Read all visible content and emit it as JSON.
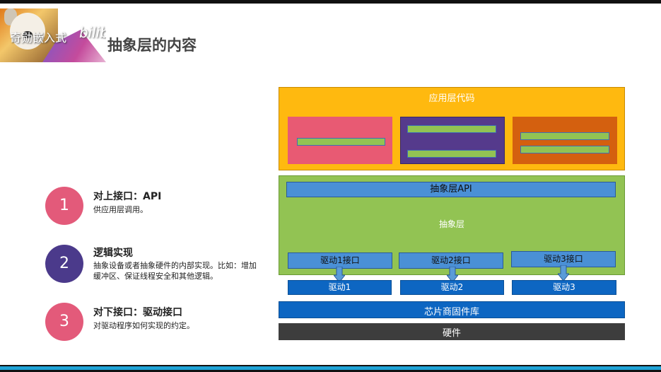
{
  "header": {
    "brand": "奇勋嵌入式",
    "watermark": "bilibili",
    "title": "抽象层的内容"
  },
  "items": [
    {
      "number": "1",
      "color": "#e35a7a",
      "title": "对上接口：API",
      "desc": "供应用层调用。"
    },
    {
      "number": "2",
      "color": "#4b3a8b",
      "title": "逻辑实现",
      "desc": "抽象设备或者抽象硬件的内部实现。比如：增加缓冲区、保证线程安全和其他逻辑。"
    },
    {
      "number": "3",
      "color": "#e35a7a",
      "title": "对下接口：驱动接口",
      "desc": "对驱动程序如何实现的约定。"
    }
  ],
  "diagram": {
    "app_layer": {
      "label": "应用层代码",
      "color": "#ffb90f"
    },
    "modules": [
      {
        "color": "#e85a73"
      },
      {
        "color": "#553a8c"
      },
      {
        "color": "#d4600f"
      }
    ],
    "abstract_layer": {
      "label": "抽象层",
      "api_label": "抽象层API",
      "color": "#92c353"
    },
    "driver_interfaces": [
      "驱动1接口",
      "驱动2接口",
      "驱动3接口"
    ],
    "drivers": [
      "驱动1",
      "驱动2",
      "驱动3"
    ],
    "chip_lib": {
      "label": "芯片商固件库",
      "color": "#0d66c2"
    },
    "hardware": {
      "label": "硬件",
      "color": "#3d3d3d"
    }
  }
}
